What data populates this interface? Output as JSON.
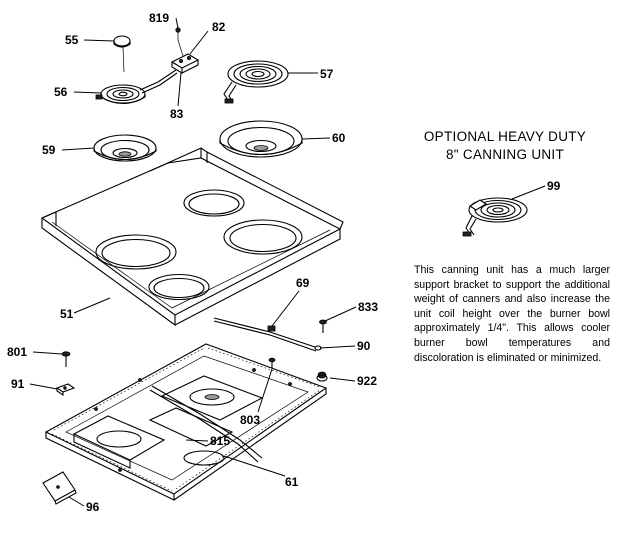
{
  "optional_unit": {
    "title_line1": "OPTIONAL HEAVY DUTY",
    "title_line2": "8\" CANNING UNIT",
    "part_number": "99",
    "description": "This canning unit has a much larger support bracket to support the additional weight of canners and also increase the unit coil height over the burner bowl approximately 1/4\". This allows cooler burner bowl temperatures and discoloration is eliminated or minimized."
  },
  "callouts": {
    "c819": "819",
    "c82": "82",
    "c55": "55",
    "c56": "56",
    "c83": "83",
    "c57": "57",
    "c59": "59",
    "c60": "60",
    "c51": "51",
    "c69": "69",
    "c833": "833",
    "c801": "801",
    "c90": "90",
    "c91": "91",
    "c922": "922",
    "c803": "803",
    "c815": "815",
    "c61": "61",
    "c96": "96"
  }
}
